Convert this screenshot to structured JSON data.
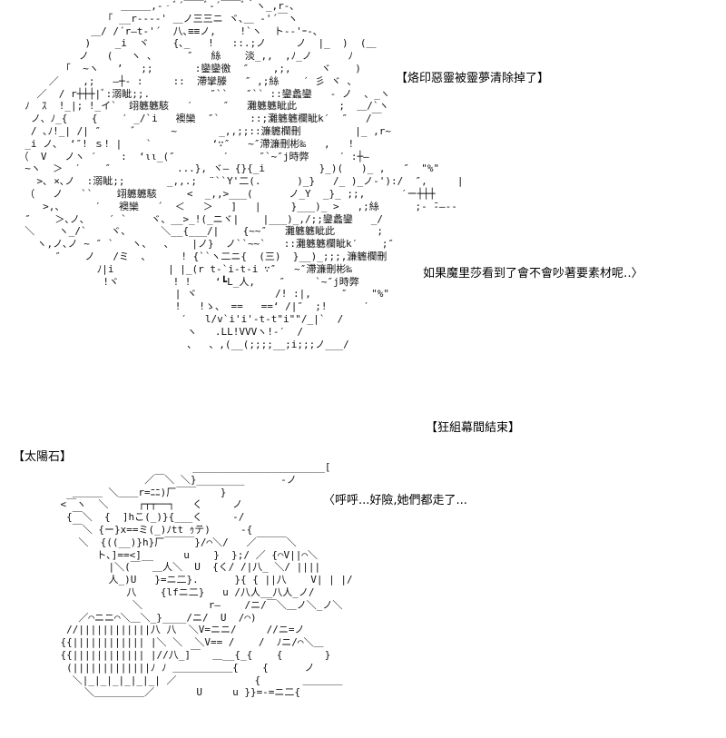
{
  "art_top": "                  ＿＿＿,-‐ﾞ´￣￣ﾞ‐´￣￣ﾞ｀ヽ_,r-､\n               「 __r---‐' ＿ノ三三ニ ヾ､＿ -'´￣ヽ\n             ＿/ /´r―t-'´  八､≡≡ノ,    !`ヽ  ト--'ｰ-､\n            )    _i  ヾ    {､_   !   ::.;ノ     ノ  |_  )  (＿\n           ノ   (   ヽ 、     ″   絲    淡_,,  ,ﾉ_ノ      ﾉ\n        「  ~ヽ   ’   ;;       :鑾鑾徼  ″    ,;,     ヾ    )\n      ／    ,;   ―┼- :     ::  滯攣滕   ″ ,;絲    ′ 彡 ヾ 、\n    ／  / r┼┼┼|ﾞ:溺眦;;.          ″``   ″`` ::鑾蠡鑾   - ノ  、_ヽ\n  ﾉ  ｽ  !_|; !_イ`  翊軈軈駭   ′     ″   灘軈軈眦此       ;  ＿/`ヽ\n   ノ、ﾉ_{    {    ′ _/`i   襖欒  ″`     ::;灘軈軈欄眦k′  ″   /￣\n   / ､ﾉ!_| /| ″     ゛     ~       _,,;;::濂軈欄刪         |_ ,r~\n  _i ノ､  ‘″! ｓ! |    `          ‘∵″   ~″滯濂刪彬‰   ,   !\n （  V   ノヽ ′    :  ‘ιι_(″        ′     ″`~″j時弊     ′ :┼―\n  ~ヽ  ＞  ′    ″           ...}, ヾ― {}{_i         }_)(   )_ ,   ″  \"%\"\n    >､ ×､ノ  :溺眦;;       _,,.;  ¨``Y'二(.      )_}   /_ )_ノ-'):/  ″,     |\n  （   ノ   ``    翊軈軈駭     <  _,,>___(      ノ_Y  _}_ ;;,      ′ー┼┼┼\n     >,、     ′   襖欒   ´  ＜   ＞   ]   |     }___)_ >   ,;絲      ;- ̄-―--\n  ″    ＞､ノ､    ′ `    ヾ、__>_!(_ニヾ|    |___)_,/;;鑾蠡鑾   _/\n  ＼    ヽ_/`    ヾ、     ＼__{___/|    {~~″   灘軈軈眦此       ;\n    ヽ,ノ､ノ ~ ″ `   ヽ、  、   |ノ}  ノ``~~`   ::灘軈軈欄眦k′    ;″\n       ″    ノ   /ミ  、     ! {``ヽ二ニ{  (三)  }__)_;;;,濂軈欄刪\n              ﾉ|i         | |_(r t-`i-t-i ∵″   ~″滯濂刪彬‰\n               !ヾ         ! !    ‘┗L_人,    ″     `~″j時弊\n                           | ヾ             /! :|,     ″    \"%\"\n                           !   !ゝ、 ==   ==‘ /|″  ;!      ′\n                            ′   l/v`i'i'-t-t\"i\"\"/_|`  /\n                             ヽ   .LL!VVVヽ!-′  /\n                             、  、,(__(;;;;__;i;;;ノ___/",
  "art_bottom": "                          ______________________[\n                  ／￣＼ ＼}________      -ノ\n      ＿＿＿ ＼＿＿r=ﾆﾆ)厂￣￣    }\n    <￣ヽ  ＼     ┌┬┬──┐   く     ノ\n     {￣＼  {  ]hこ(_)}{___く     -/\n      ￣＼ {ー}x==ミ(_)ﾉtt ｩテ)     -{\n       ＼  {((__)}h}厂￣￣￣}/⌒＼/   ／￣￣￣＼\n          ト､]==<]__     u    }  };/ ／ {⌒V||⌒＼\n            |＼(￣  ＿人＼  U  {く/ /|八_ ＼/ ||||\n            人_)U   }=ニ二}.      }{ { ||八    V| | |/\n               八    {lfニ二}   u /八人__八人_ノ/\n                ＼           r―    /ニ/￣＼＿ノ＼_ノ＼\n       ／⌒ニニ⌒＼＿＼_}____/ニ/  U  /⌒)\n     //||||||||||||八 八  ＼V=ニニ/     //ニ=ノ\n    {{|||||||||||| |＼ ＼  ＼V== /    /  ﾉニ/⌒＼＿\n    {{|||||||||||| |//八_]￣  ＿__{_{    {       }\n     (|||||||||||||ﾉ ﾉ ＿＿＿＿＿＿{    {      ノ\n      ＼|_|_|_|_|_|_| ／             {       ＿＿＿＿\n        ＼＿＿＿＿＿／       U     u }}=-=ニ二{",
  "caption_1": "【烙印惡靈被靈夢清除掉了】",
  "dialogue_1": "如果魔里莎看到了會不會吵著要素材呢‥〉",
  "caption_2": "【狂組幕間結束】",
  "caption_3": "【太陽石】",
  "dialogue_2": "〈呼呼...好險,她們都走了..."
}
